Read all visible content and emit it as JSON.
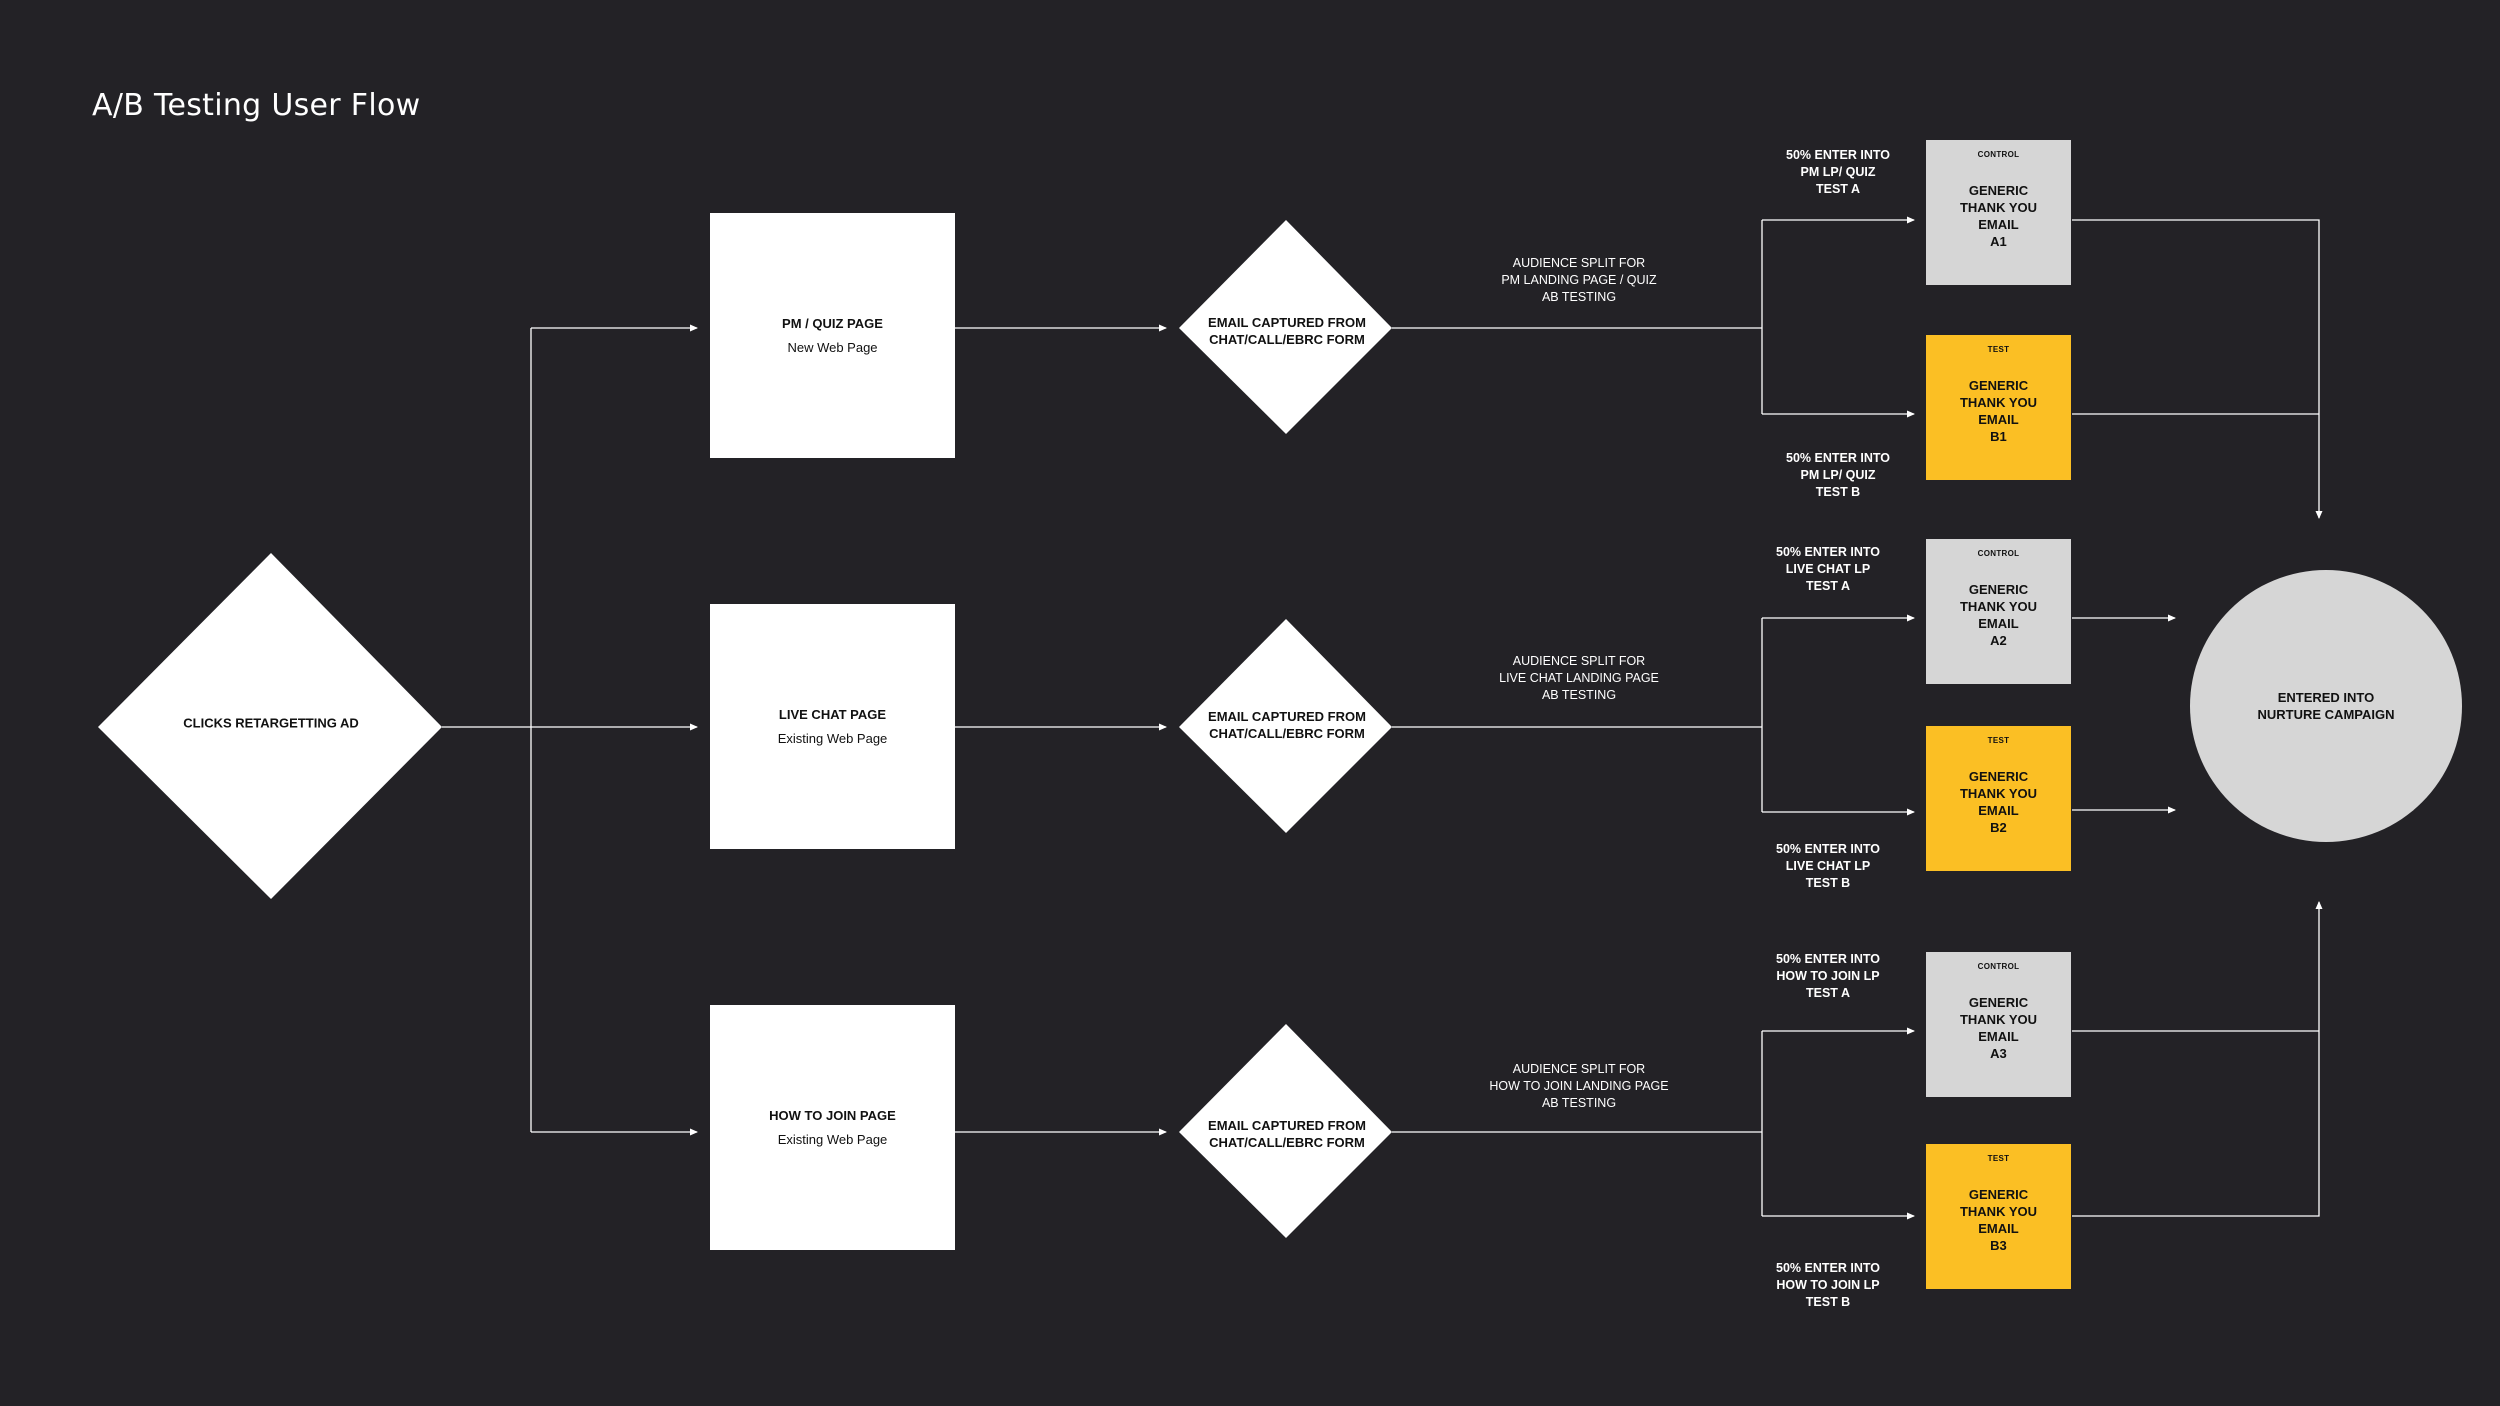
{
  "title": "A/B Testing User Flow",
  "start": {
    "label": "CLICKS RETARGETTING AD"
  },
  "pages": [
    {
      "name": "PM / QUIZ PAGE",
      "sub": "New Web Page"
    },
    {
      "name": "LIVE CHAT PAGE",
      "sub": "Existing Web Page"
    },
    {
      "name": "HOW TO JOIN PAGE",
      "sub": "Existing Web Page"
    }
  ],
  "decision": {
    "label": "EMAIL CAPTURED FROM\nCHAT/CALL/EBRC FORM"
  },
  "splits": [
    "AUDIENCE SPLIT FOR\nPM  LANDING PAGE / QUIZ\nAB TESTING",
    "AUDIENCE SPLIT FOR\nLIVE CHAT LANDING PAGE\nAB TESTING",
    "AUDIENCE SPLIT FOR\nHOW TO JOIN  LANDING PAGE\nAB TESTING"
  ],
  "branch_labels": [
    {
      "a": "50% ENTER INTO\nPM LP/ QUIZ\nTEST A",
      "b": "50% ENTER INTO\nPM LP/ QUIZ\nTEST B"
    },
    {
      "a": "50% ENTER INTO\nLIVE CHAT LP\nTEST A",
      "b": "50% ENTER INTO\nLIVE CHAT LP\nTEST B"
    },
    {
      "a": "50% ENTER INTO\nHOW TO JOIN LP\nTEST A",
      "b": "50% ENTER INTO\nHOW TO JOIN LP\nTEST B"
    }
  ],
  "emails": [
    {
      "tag": "CONTROL",
      "text": "GENERIC\nTHANK YOU\nEMAIL\nA1"
    },
    {
      "tag": "TEST",
      "text": "GENERIC\nTHANK YOU\nEMAIL\nB1"
    },
    {
      "tag": "CONTROL",
      "text": "GENERIC\nTHANK YOU\nEMAIL\nA2"
    },
    {
      "tag": "TEST",
      "text": "GENERIC\nTHANK YOU\nEMAIL\nB2"
    },
    {
      "tag": "CONTROL",
      "text": "GENERIC\nTHANK YOU\nEMAIL\nA3"
    },
    {
      "tag": "TEST",
      "text": "GENERIC\nTHANK YOU\nEMAIL\nB3"
    }
  ],
  "end": {
    "label": "ENTERED INTO\nNURTURE CAMPAIGN"
  },
  "colors": {
    "background": "#232226",
    "node": "#ffffff",
    "control": "#d6d6d6",
    "test": "#fbbf24",
    "line": "#ffffff"
  }
}
